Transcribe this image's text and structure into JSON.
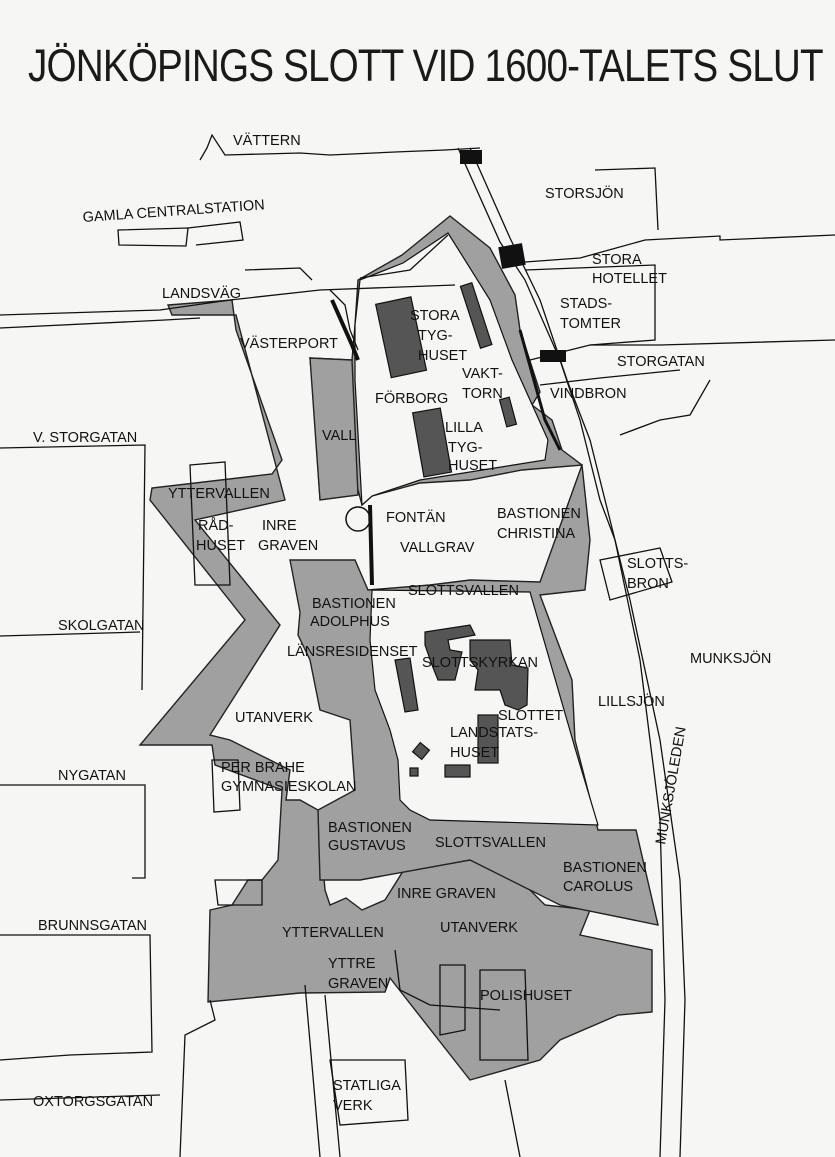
{
  "title": "JÖNKÖPINGS SLOTT VID 1600-TALETS SLUT",
  "labels": {
    "vattern": "VÄTTERN",
    "gamla_centralstation": "GAMLA CENTRALSTATION",
    "storsjon": "STORSJÖN",
    "stora_hotellet_1": "STORA",
    "stora_hotellet_2": "HOTELLET",
    "landsvag": "LANDSVÄG",
    "stadstomter_1": "STADS-",
    "stadstomter_2": "TOMTER",
    "vasterport": "VÄSTERPORT",
    "stora_tyghuset_1": "STORA",
    "stora_tyghuset_2": "TYG-",
    "stora_tyghuset_3": "HUSET",
    "storgatan": "STORGATAN",
    "vakttorn_1": "VAKT-",
    "vakttorn_2": "TORN",
    "forborg": "FÖRBORG",
    "vindbron": "VINDBRON",
    "vall": "VALL",
    "lilla_tyghuset_1": "LILLA",
    "lilla_tyghuset_2": "TYG-",
    "lilla_tyghuset_3": "HUSET",
    "v_storgatan": "V. STORGATAN",
    "yttervallen_top": "YTTERVALLEN",
    "radhuset_1": "RÅD-",
    "radhuset_2": "HUSET",
    "inre_graven_1": "INRE",
    "inre_graven_2": "GRAVEN",
    "fontan": "FONTÄN",
    "vallgrav": "VALLGRAV",
    "bastionen_christina_1": "BASTIONEN",
    "bastionen_christina_2": "CHRISTINA",
    "slottsbron_1": "SLOTTS-",
    "slottsbron_2": "BRON",
    "slottsvallen_top": "SLOTTSVALLEN",
    "bastionen_adolphus_1": "BASTIONEN",
    "bastionen_adolphus_2": "ADOLPHUS",
    "skolgatan": "SKOLGATAN",
    "lansresidenset": "LÄNSRESIDENSET",
    "slottskyrkan": "SLOTTSKYRKAN",
    "munksjon": "MUNKSJÖN",
    "lillsjon": "LILLSJÖN",
    "utanverk_left": "UTANVERK",
    "slottet": "SLOTTET",
    "landstatshuset_1": "LANDSTATS-",
    "landstatshuset_2": "HUSET",
    "nygatan": "NYGATAN",
    "per_brahe_1": "PER BRAHE",
    "per_brahe_2": "GYMNASIESKOLAN",
    "munksjoleden": "MUNKSJÖLEDEN",
    "bastionen_gustavus_1": "BASTIONEN",
    "bastionen_gustavus_2": "GUSTAVUS",
    "slottsvallen_bottom": "SLOTTSVALLEN",
    "bastionen_carolus_1": "BASTIONEN",
    "bastionen_carolus_2": "CAROLUS",
    "inre_graven_bottom": "INRE GRAVEN",
    "brunnsgatan": "BRUNNSGATAN",
    "yttervallen_bottom": "YTTERVALLEN",
    "utanverk_bottom": "UTANVERK",
    "yttre_graven_1": "YTTRE",
    "yttre_graven_2": "GRAVEN",
    "polishuset": "POLISHUSET",
    "statliga_verk_1": "STATLIGA",
    "statliga_verk_2": "VERK",
    "oxtorgsgatan": "OXTORGSGATAN"
  }
}
